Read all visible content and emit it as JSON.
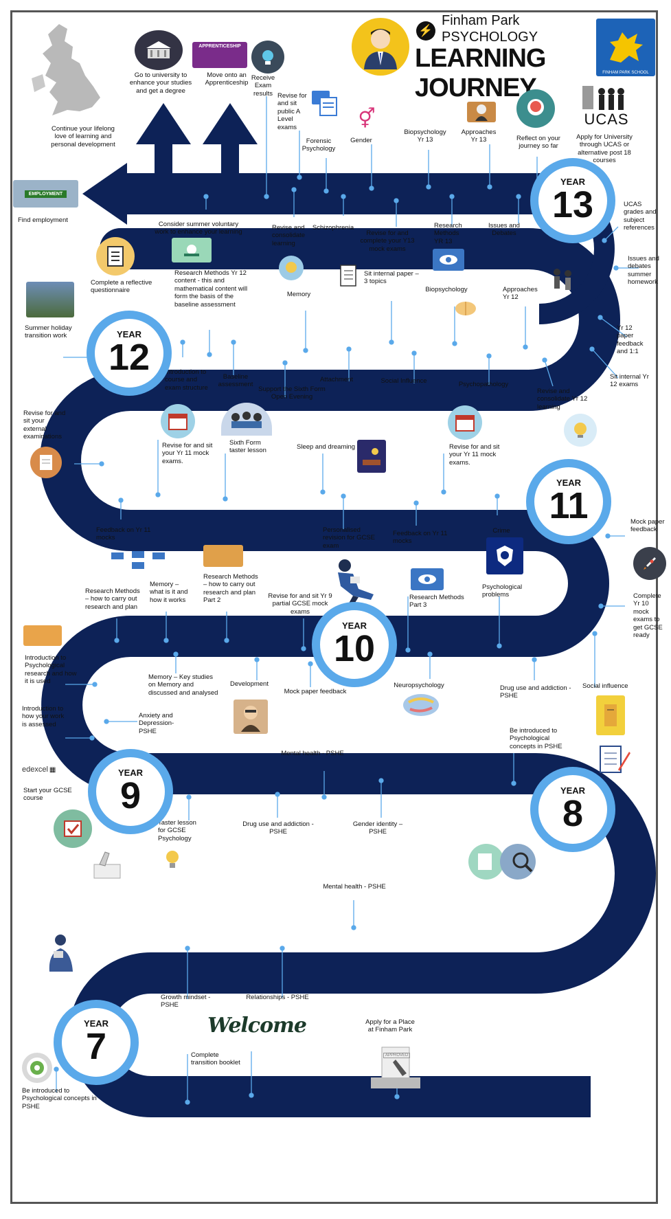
{
  "header": {
    "school_name": "Finham Park",
    "subject": "PSYCHOLOGY",
    "title": "LEARNING JOURNEY",
    "crest_caption": "FINHAM PARK SCHOOL"
  },
  "icons": {
    "apprenticeship_sign": "APPRENTICESHIP",
    "employment_sign": "EMPLOYMENT",
    "ucas_logo": "UCAS",
    "edexcel_logo": "edexcel",
    "welcome_sign": "Welcome",
    "approved_stamp": "APPROVED"
  },
  "colors": {
    "road": "#0d2257",
    "ring": "#5aa9ea",
    "connector": "#5aa9ea"
  },
  "years": [
    {
      "id": "7",
      "label": "YEAR",
      "number": "7"
    },
    {
      "id": "8",
      "label": "YEAR",
      "number": "8"
    },
    {
      "id": "9",
      "label": "YEAR",
      "number": "9"
    },
    {
      "id": "10",
      "label": "YEAR",
      "number": "10"
    },
    {
      "id": "11",
      "label": "YEAR",
      "number": "11"
    },
    {
      "id": "12",
      "label": "YEAR",
      "number": "12"
    },
    {
      "id": "13",
      "label": "YEAR",
      "number": "13"
    }
  ],
  "milestones": {
    "lifelong": "Continue your lifelong love of learning and personal development",
    "university": "Go to university to enhance your studies and get a degree",
    "apprenticeship": "Move onto an Apprenticeship",
    "exam_results": "Receive Exam results",
    "find_employment": "Find employment",
    "revise_public": "Revise for and sit public A Level exams",
    "forensic": "Forensic Psychology",
    "gender": "Gender",
    "biopsych13": "Biopsychology Yr 13",
    "approaches13": "Approaches Yr 13",
    "reflect": "Reflect on your journey so far",
    "apply_ucas": "Apply for University through UCAS or alternative post 18 courses",
    "summer_voluntary": "Consider summer voluntary work to enhance your learning",
    "revise_consolidate": "Revise and consolidate learning",
    "schizophrenia": "Schizophrenia",
    "y13_mocks": "Revise for and complete your Y13 mock exams",
    "rm_yr13": "Research Methods YR 13",
    "issues_debates": "Issues and Debates",
    "ucas_grades": "UCAS grades and subject references",
    "issues_homework": "Issues and debates summer homework",
    "rm12_content": "Research Methods Yr 12 content  - this and mathematical content will form the basis of the baseline assessment",
    "reflective_q": "Complete a reflective questionnaire",
    "memory": "Memory",
    "internal_paper": "Sit internal paper – 3 topics",
    "biopsychology": "Biopsychology",
    "approaches12": "Approaches Yr 12",
    "yr12_feedback": "Yr 12 paper feedback and 1:1",
    "summer_transition": "Summer holiday transition work",
    "intro_course": "Introduction to course and exam structure",
    "baseline": "Baseline assessment",
    "open_evening": "Support the Sixth Form Open Evening",
    "attachment": "Attachment",
    "social_influence12": "Social Influence",
    "psychopathology": "Psychopathology",
    "revise_consolidate12": "Revise and consolidate Yr 12 learning",
    "internal_yr12": "Sit internal Yr 12 exams",
    "external_exams": "Revise for and sit your external examinations",
    "yr11_mocks_a": "Revise for and sit your Yr 11 mock exams.",
    "taster_sixth": "Sixth Form taster lesson",
    "sleep": "Sleep and dreaming",
    "yr11_mocks_b": "Revise for and sit your Yr 11 mock exams.",
    "feedback_mocks_a": "Feedback on Yr 11 mocks",
    "personalised": "Personalised revision for GCSE exam",
    "feedback_mocks_b": "Feedback on Yr 11 mocks",
    "crime": "Crime",
    "mock_paper_feedback": "Mock paper feedback",
    "rm_plan_a": "Research Methods – how to carry out research and plan",
    "memory_what": "Memory – what is it and how it works",
    "rm_plan_b": "Research Methods – how to carry out research and plan Part 2",
    "yr9_mocks": "Revise for and sit Yr 9 partial  GCSE mock exams",
    "rm_part3": "Research Methods Part 3",
    "psych_problems": "Psychological problems",
    "yr10_mocks": "Complete Yr 10 mock exams to get GCSE ready",
    "intro_research": "Introduction to Psychological research and how it is used",
    "memory_studies": "Memory – Key studies on Memory and discussed and analysed",
    "development": "Development",
    "mock_feedback10": "Mock paper feedback",
    "neuropsychology": "Neuropsychology",
    "drug_addiction8": "Drug use and addiction - PSHE",
    "social_influence10": "Social influence",
    "intro_assessed": "Introduction to how your work is assessed",
    "anxiety": "Anxiety and Depression- PSHE",
    "mental_health9": "Mental health - PSHE",
    "introduced8": "Be introduced to Psychological concepts in PSHE",
    "start_gcse": "Start your GCSE course",
    "taster_gcse": "Taster lesson for GCSE Psychology",
    "drug_addiction9": "Drug use and addiction - PSHE",
    "gender_identity": "Gender identity – PSHE",
    "mental_health8": "Mental health - PSHE",
    "growth_mindset": "Growth mindset - PSHE",
    "relationships": "Relationships - PSHE",
    "apply_place": "Apply for a Place at Finham Park",
    "transition_booklet": "Complete transition booklet",
    "introduced7": "Be introduced to Psychological concepts in PSHE"
  }
}
